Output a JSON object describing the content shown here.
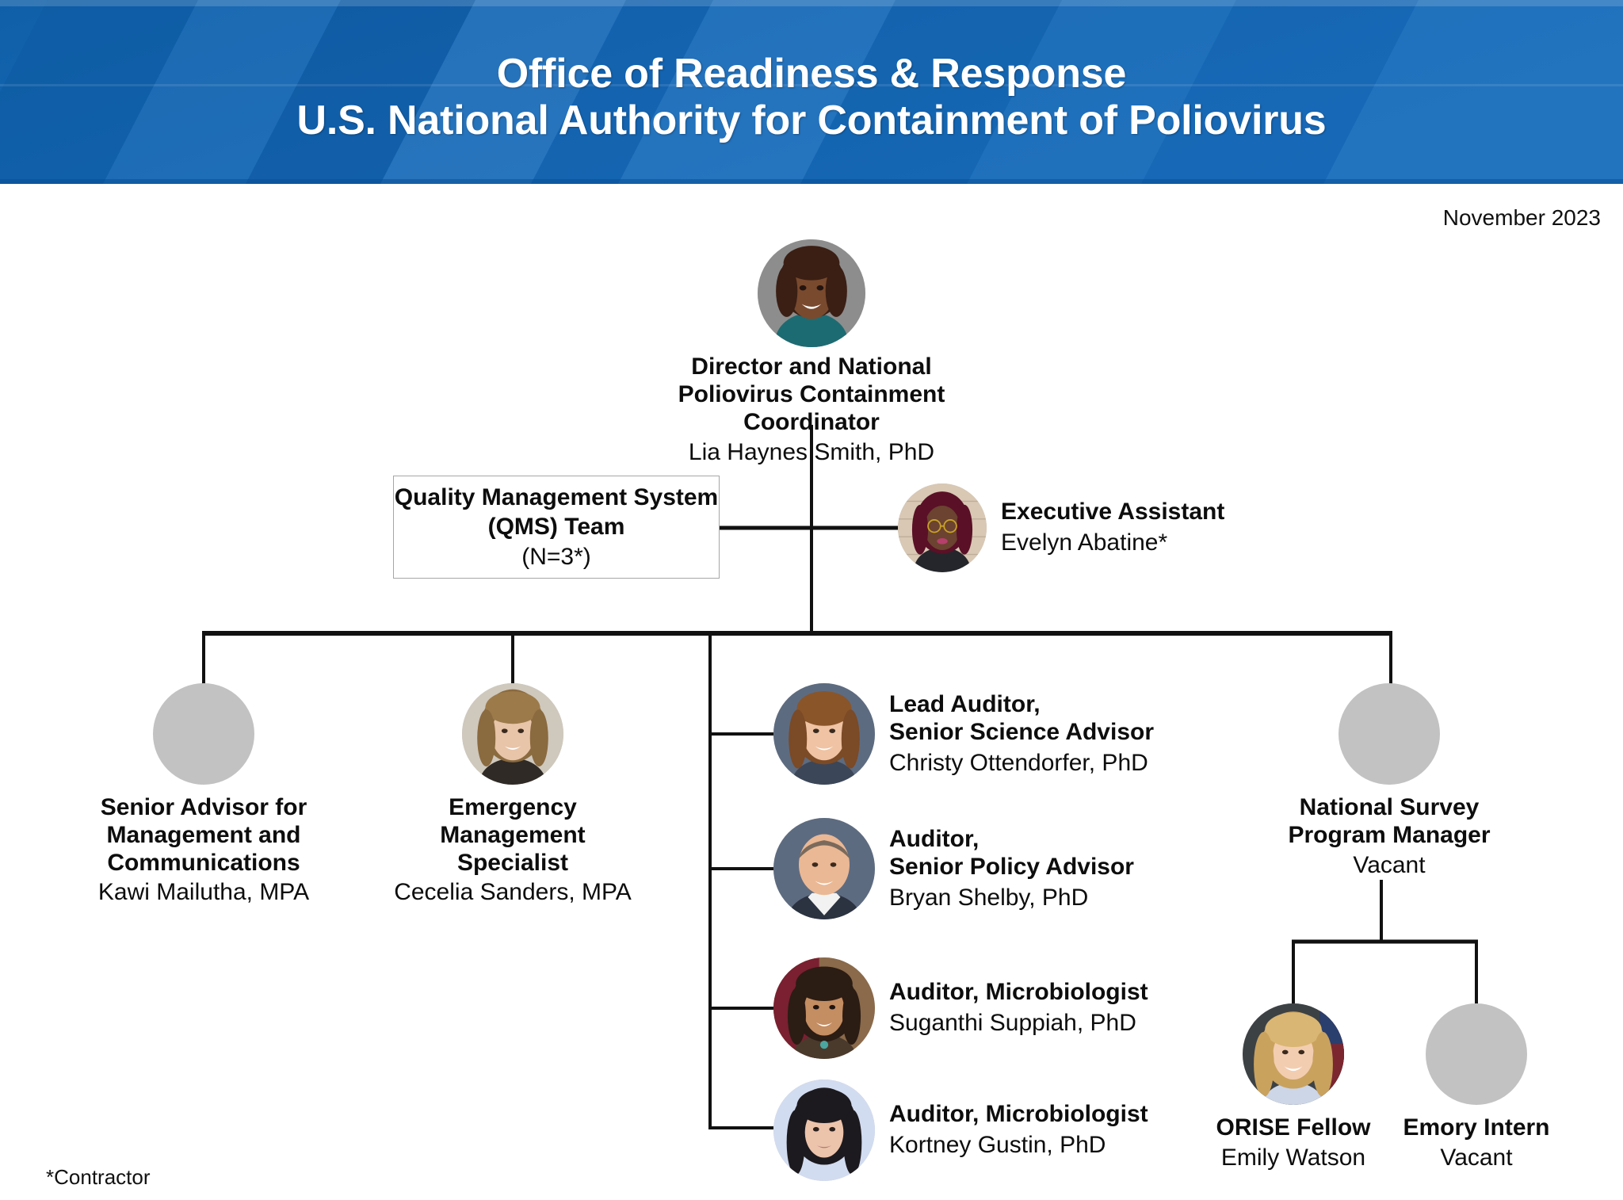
{
  "header": {
    "title_line1": "Office of Readiness & Response",
    "title_line2": "U.S. National Authority for Containment of Poliovirus",
    "banner_color": "#1464ac",
    "banner_color_light": "#3f7fc1",
    "banner_color_dark": "#0f5aa0"
  },
  "meta": {
    "date": "November 2023",
    "footnote": "*Contractor"
  },
  "director": {
    "title": "Director and National Poliovirus Containment Coordinator",
    "name": "Lia Haynes Smith, PhD",
    "avatar": "photo-lia-haynes-smith"
  },
  "qms": {
    "line1": "Quality Management System",
    "line2": "(QMS) Team",
    "line3": "(N=3*)"
  },
  "executive_assistant": {
    "title": "Executive Assistant",
    "name": "Evelyn Abatine*",
    "avatar": "photo-evelyn-abatine"
  },
  "left_branch": [
    {
      "title_lines": [
        "Senior Advisor for",
        "Management and",
        "Communications"
      ],
      "name": "Kawi Mailutha, MPA",
      "avatar": "placeholder-avatar"
    },
    {
      "title_lines": [
        "Emergency",
        "Management",
        "Specialist"
      ],
      "name": "Cecelia Sanders, MPA",
      "avatar": "photo-cecelia-sanders"
    }
  ],
  "auditors": [
    {
      "title_lines": [
        "Lead Auditor,",
        "Senior Science Advisor"
      ],
      "name": "Christy Ottendorfer, PhD",
      "avatar": "photo-christy-ottendorfer"
    },
    {
      "title_lines": [
        "Auditor,",
        "Senior Policy Advisor"
      ],
      "name": "Bryan Shelby, PhD",
      "avatar": "photo-bryan-shelby"
    },
    {
      "title_lines": [
        "Auditor, Microbiologist"
      ],
      "name": "Suganthi Suppiah, PhD",
      "avatar": "photo-suganthi-suppiah"
    },
    {
      "title_lines": [
        "Auditor, Microbiologist"
      ],
      "name": "Kortney Gustin, PhD",
      "avatar": "photo-kortney-gustin"
    }
  ],
  "survey_manager": {
    "title_lines": [
      "National Survey",
      "Program Manager"
    ],
    "name": "Vacant",
    "avatar": "placeholder-avatar"
  },
  "survey_reports": [
    {
      "title_lines": [
        "ORISE Fellow"
      ],
      "name": "Emily Watson",
      "avatar": "photo-emily-watson"
    },
    {
      "title_lines": [
        "Emory Intern"
      ],
      "name": "Vacant",
      "avatar": "placeholder-avatar"
    }
  ]
}
